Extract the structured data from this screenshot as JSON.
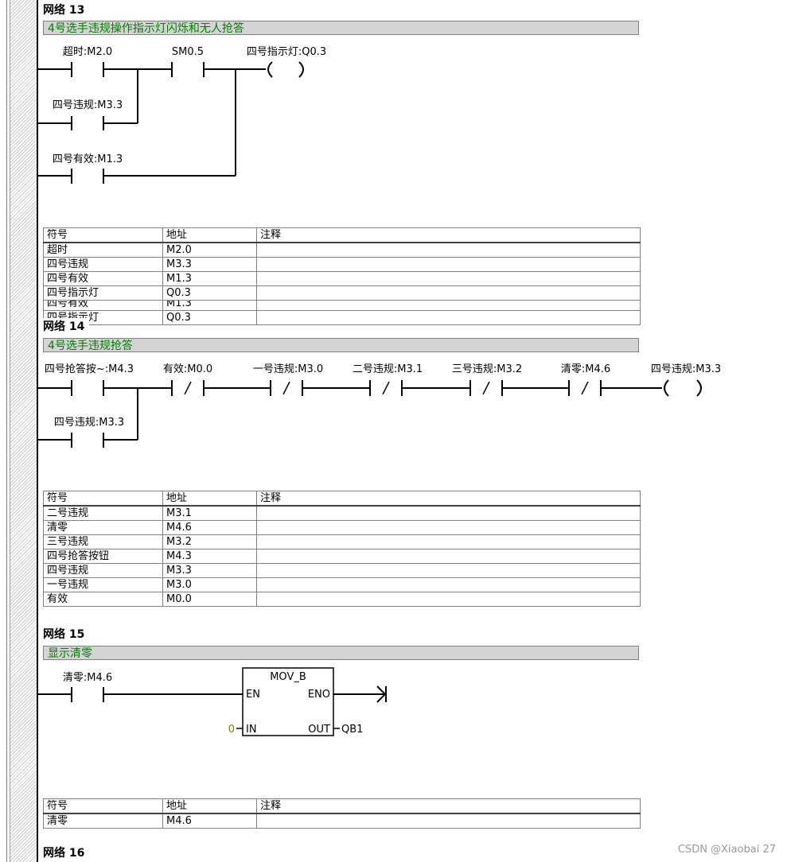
{
  "networks": [
    {
      "title": "网络 13",
      "comment": "4号选手违规操作指示灯闪烁和无人抢答",
      "contacts": [
        "超时:M2.0",
        "SM0.5",
        "四号违规:M3.3",
        "四号有效:M1.3"
      ],
      "coil": "四号指示灯:Q0.3",
      "table": {
        "headers": [
          "符号",
          "地址",
          "注释"
        ],
        "rows": [
          [
            "超时",
            "M2.0",
            ""
          ],
          [
            "四号违规",
            "M3.3",
            ""
          ],
          [
            "四号有效",
            "M1.3",
            ""
          ],
          [
            "四号指示灯",
            "Q0.3",
            ""
          ]
        ]
      },
      "clipped_rows": [
        [
          "四号有效",
          "M1.3"
        ],
        [
          "四号指示灯",
          "Q0.3"
        ]
      ]
    },
    {
      "title": "网络 14",
      "comment": "4号选手违规抢答",
      "contacts": [
        "四号抢答按~:M4.3",
        "有效:M0.0",
        "一号违规:M3.0",
        "二号违规:M3.1",
        "三号违规:M3.2",
        "清零:M4.6",
        "四号违规:M3.3"
      ],
      "coil": "四号违规:M3.3",
      "table": {
        "headers": [
          "符号",
          "地址",
          "注释"
        ],
        "rows": [
          [
            "二号违规",
            "M3.1",
            ""
          ],
          [
            "清零",
            "M4.6",
            ""
          ],
          [
            "三号违规",
            "M3.2",
            ""
          ],
          [
            "四号抢答按钮",
            "M4.3",
            ""
          ],
          [
            "四号违规",
            "M3.3",
            ""
          ],
          [
            "一号违规",
            "M3.0",
            ""
          ],
          [
            "有效",
            "M0.0",
            ""
          ]
        ]
      }
    },
    {
      "title": "网络 15",
      "comment": "显示清零",
      "contact": "清零:M4.6",
      "box": {
        "name": "MOV_B",
        "en": "EN",
        "eno": "ENO",
        "in": "IN",
        "out": "OUT",
        "in_value": "0",
        "out_value": "QB1"
      },
      "table": {
        "headers": [
          "符号",
          "地址",
          "注释"
        ],
        "rows": [
          [
            "清零",
            "M4.6",
            ""
          ]
        ]
      }
    },
    {
      "title": "网络 16"
    }
  ],
  "watermark": "CSDN @Xiaobai 27",
  "colors": {
    "comment_text": "#008000",
    "comment_bg": "#d4d4d4",
    "in_value": "#808000"
  }
}
